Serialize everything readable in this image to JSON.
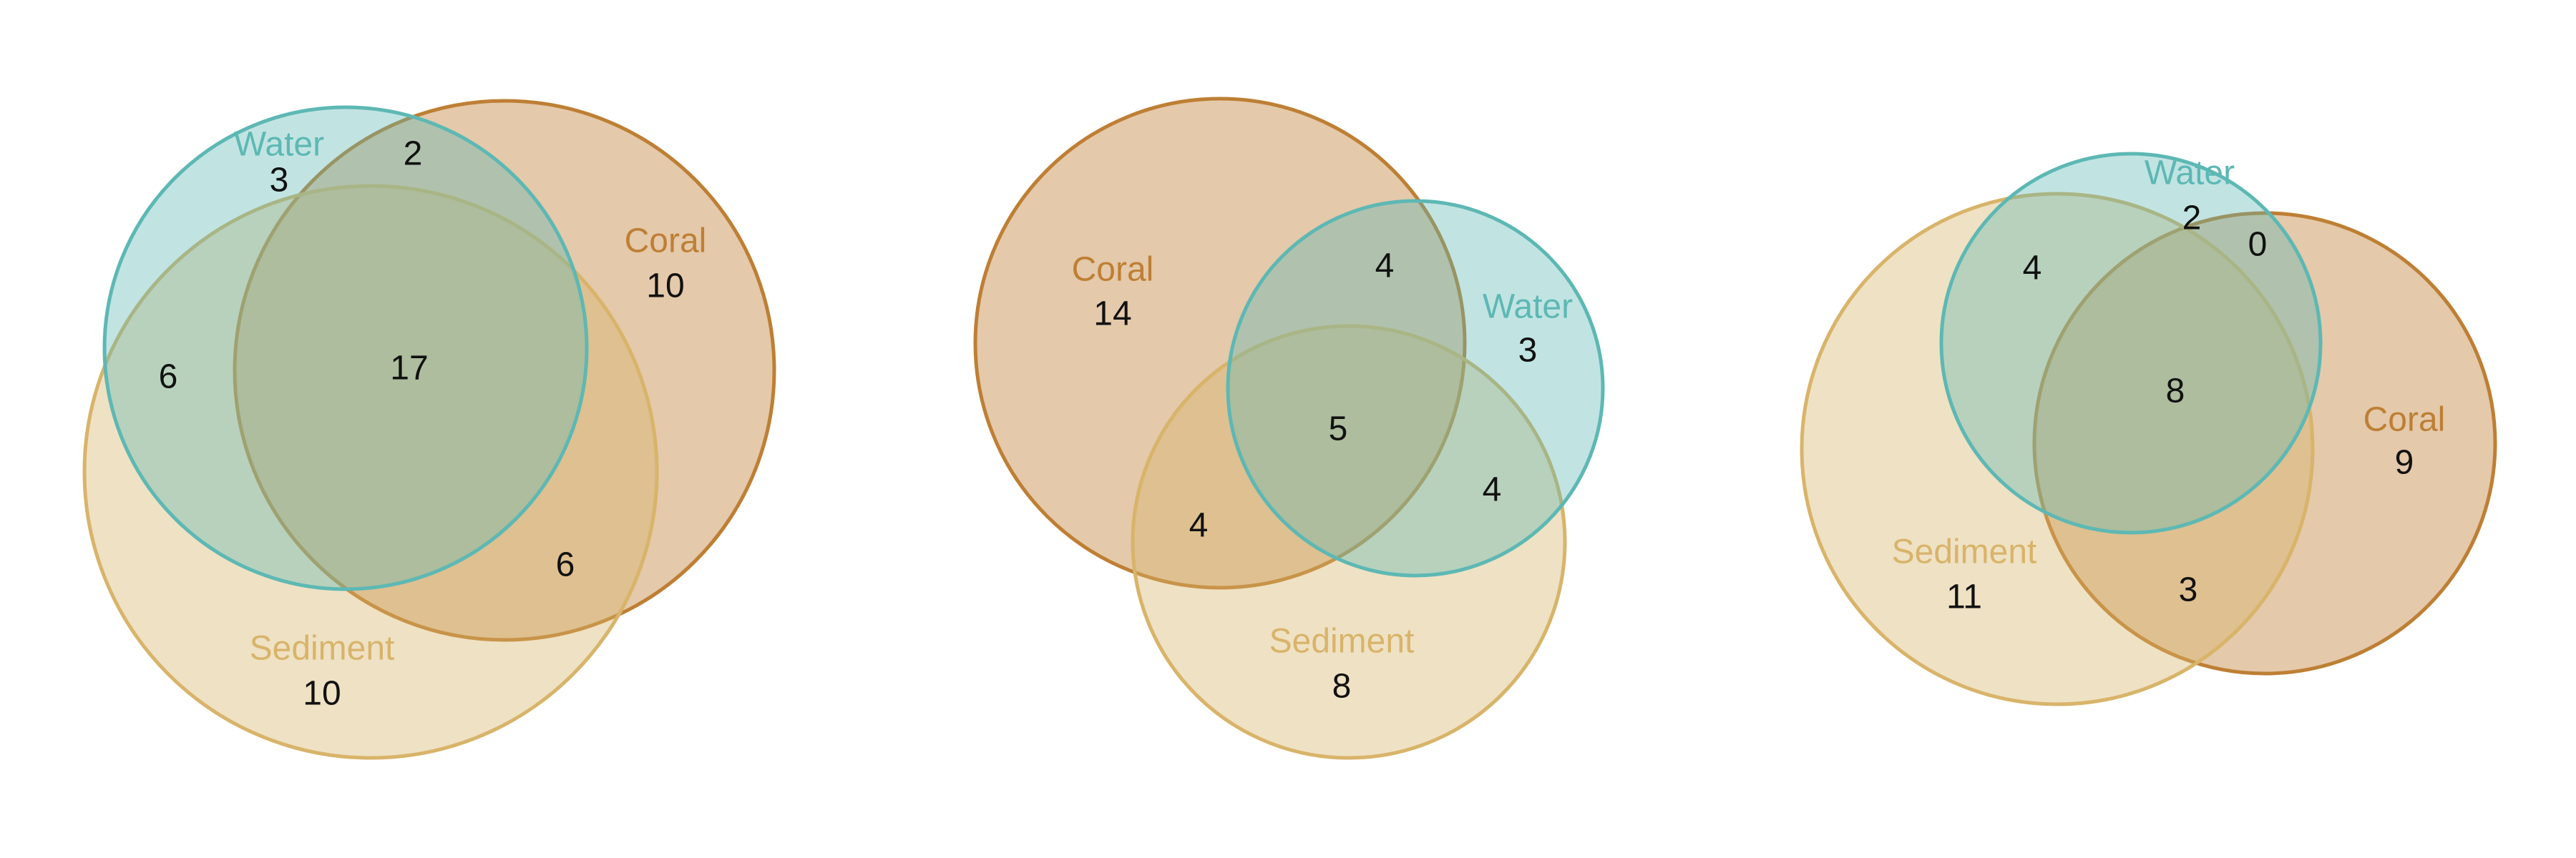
{
  "colors": {
    "water": "#5DB8B4",
    "coral": "#BE7F34",
    "sediment": "#D8B46A"
  },
  "diagrams": [
    {
      "sets": {
        "water": "Water",
        "coral": "Coral",
        "sediment": "Sediment"
      },
      "regions": {
        "water_only": "3",
        "water_coral": "2",
        "coral_only": "10",
        "water_sediment": "6",
        "all_three": "17",
        "coral_sediment": "6",
        "sediment_only": "10"
      }
    },
    {
      "sets": {
        "coral": "Coral",
        "water": "Water",
        "sediment": "Sediment"
      },
      "regions": {
        "coral_only": "14",
        "coral_water": "4",
        "water_only": "3",
        "all_three": "5",
        "coral_sediment": "4",
        "water_sediment": "4",
        "sediment_only": "8"
      }
    },
    {
      "sets": {
        "water": "Water",
        "coral": "Coral",
        "sediment": "Sediment"
      },
      "regions": {
        "water_only": "0",
        "water_coral": "2",
        "water_sediment": "4",
        "all_three": "8",
        "coral_only": "9",
        "coral_sediment": "3",
        "sediment_only": "11"
      }
    }
  ]
}
